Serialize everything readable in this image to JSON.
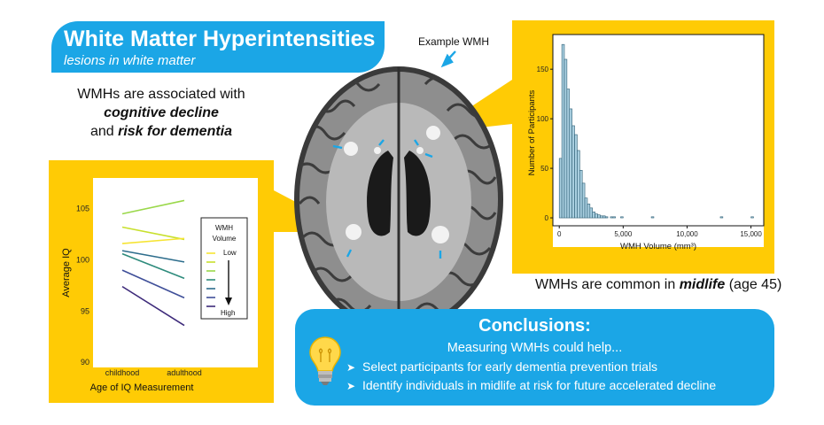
{
  "title": {
    "main": "White Matter Hyperintensities",
    "sub": "lesions in white matter"
  },
  "association": {
    "line1": "WMHs are associated with",
    "line2": "cognitive decline",
    "line3_prefix": "and ",
    "line3_bold": "risk for dementia"
  },
  "brain": {
    "example_label": "Example WMH"
  },
  "midlife": {
    "prefix": "WMHs are common in ",
    "bold": "midlife",
    "suffix": " (age 45)"
  },
  "conclusions": {
    "title": "Conclusions:",
    "intro": "Measuring WMHs could help...",
    "items": [
      "Select participants for early dementia prevention trials",
      "Identify individuals in midlife at risk for future accelerated decline"
    ],
    "icon": "lightbulb-icon"
  },
  "colors": {
    "blue": "#1ba6e6",
    "yellow": "#ffcb05",
    "hist_fill": "#a9cfe0"
  },
  "chart_data": [
    {
      "type": "line",
      "categories": [
        "childhood",
        "adulthood"
      ],
      "ylabel": "Average IQ",
      "xlabel": "Age of IQ Measurement",
      "ylim": [
        89.5,
        108
      ],
      "yticks": [
        90,
        95,
        100,
        105
      ],
      "legend": {
        "title_line1": "WMH",
        "title_line2": "Volume",
        "low_label": "Low",
        "high_label": "High",
        "placement": "right"
      },
      "series": [
        {
          "values": [
            104.5,
            105.8
          ],
          "color": "#9ad84a"
        },
        {
          "values": [
            103.2,
            102.0
          ],
          "color": "#c8e02d"
        },
        {
          "values": [
            101.6,
            102.1
          ],
          "color": "#f6e433"
        },
        {
          "values": [
            100.9,
            99.8
          ],
          "color": "#2d6d8c"
        },
        {
          "values": [
            100.6,
            98.2
          ],
          "color": "#2e8b7c"
        },
        {
          "values": [
            99.0,
            96.3
          ],
          "color": "#3f4f99"
        },
        {
          "values": [
            97.4,
            93.6
          ],
          "color": "#3d2a7a"
        }
      ]
    },
    {
      "type": "bar",
      "xlabel": "WMH Volume (mm³)",
      "ylabel": "Number of Participants",
      "xlim": [
        -500,
        16000
      ],
      "ylim": [
        -8,
        185
      ],
      "xticks": [
        0,
        5000,
        10000,
        15000
      ],
      "xtick_labels": [
        "0",
        "5,000",
        "10,000",
        "15,000"
      ],
      "yticks": [
        0,
        50,
        100,
        150
      ],
      "bin_width": 200,
      "bins_start": [
        0,
        200,
        400,
        600,
        800,
        1000,
        1200,
        1400,
        1600,
        1800,
        2000,
        2200,
        2400,
        2600,
        2800,
        3000,
        3200,
        3400,
        3600,
        3800,
        4000,
        4200,
        4400,
        4600,
        4800,
        5000,
        5200,
        5400,
        5600,
        5800,
        6000,
        6200,
        6400,
        6600,
        6800,
        7000,
        7200,
        7400,
        7600,
        7800,
        8000,
        8200,
        8400,
        8600,
        8800,
        9000,
        9200,
        9400,
        9600,
        9800,
        10000,
        10200,
        10400,
        10600,
        10800,
        11000,
        11200,
        11400,
        11600,
        11800,
        12000,
        12200,
        12400,
        12600,
        12800,
        13000,
        13200,
        13400,
        13600,
        13800,
        14000,
        14200,
        14400,
        14600,
        14800,
        15000
      ],
      "counts": [
        60,
        175,
        160,
        130,
        110,
        93,
        84,
        68,
        48,
        35,
        20,
        14,
        10,
        6,
        4,
        3,
        2,
        2,
        1,
        0,
        1,
        1,
        0,
        0,
        1,
        0,
        0,
        0,
        0,
        0,
        0,
        0,
        0,
        0,
        0,
        0,
        1,
        0,
        0,
        0,
        0,
        0,
        0,
        0,
        0,
        0,
        0,
        0,
        0,
        0,
        0,
        0,
        0,
        0,
        0,
        0,
        0,
        0,
        0,
        0,
        0,
        0,
        0,
        1,
        0,
        0,
        0,
        0,
        0,
        0,
        0,
        0,
        0,
        0,
        0,
        1
      ]
    }
  ]
}
